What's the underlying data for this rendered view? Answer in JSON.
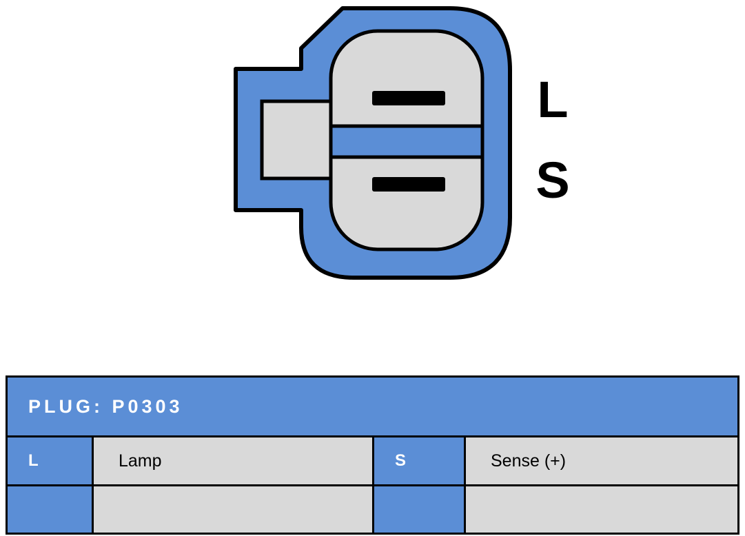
{
  "connector": {
    "pin_labels": {
      "top": "L",
      "bottom": "S"
    },
    "colors": {
      "housing_blue": "#5b8ed6",
      "insert_gray": "#d9d9d9",
      "outline_black": "#000000"
    }
  },
  "table": {
    "title": "PLUG: P0303",
    "rows": [
      {
        "pin1": "L",
        "desc1": "Lamp",
        "pin2": "S",
        "desc2": "Sense (+)"
      },
      {
        "pin1": "",
        "desc1": "",
        "pin2": "",
        "desc2": ""
      }
    ]
  }
}
